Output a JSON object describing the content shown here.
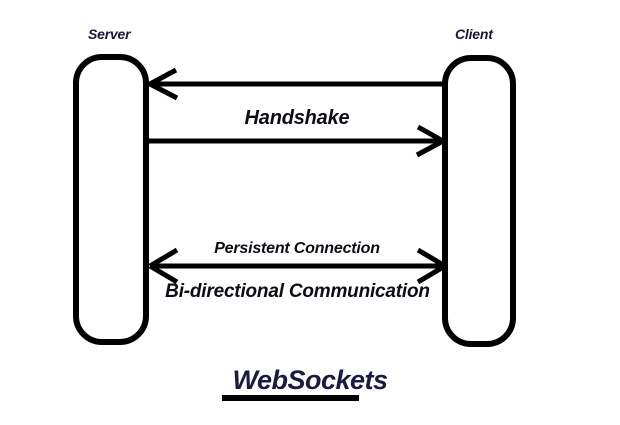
{
  "diagram": {
    "title": "WebSockets",
    "background_color": "#ffffff",
    "stroke_color": "#000000",
    "title_color": "#1b1b42",
    "label_color": "#17173a",
    "nodes": [
      {
        "id": "server",
        "label": "Server",
        "shape": "rounded-rectangle"
      },
      {
        "id": "client",
        "label": "Client",
        "shape": "rounded-rectangle"
      }
    ],
    "edges": [
      {
        "id": "handshake-request",
        "label": "",
        "direction": "client-to-server",
        "arrowheads": "left"
      },
      {
        "id": "handshake-response",
        "label": "Handshake",
        "direction": "server-to-client",
        "arrowheads": "right"
      },
      {
        "id": "persistent-connection",
        "label_above": "Persistent Connection",
        "label_below": "Bi-directional Communication",
        "direction": "bidirectional",
        "arrowheads": "both"
      }
    ]
  }
}
